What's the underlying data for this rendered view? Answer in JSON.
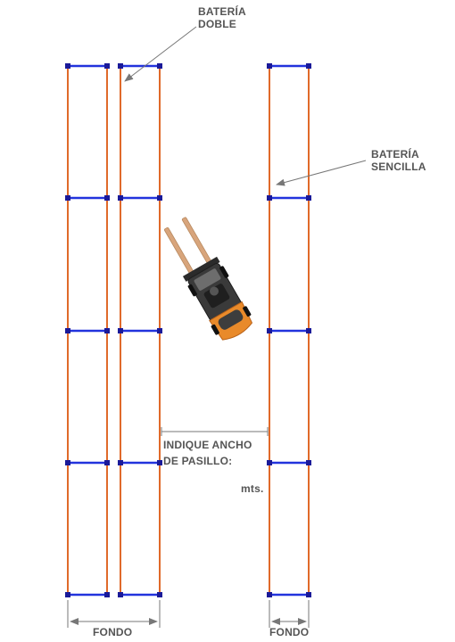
{
  "labels": {
    "bateria_doble": [
      "BATERÍA",
      "DOBLE"
    ],
    "bateria_sencilla": [
      "BATERÍA",
      "SENCILLA"
    ],
    "aisle": [
      "INDIQUE ANCHO",
      "DE PASILLO:"
    ],
    "unit": "mts.",
    "fondo_left": "FONDO",
    "fondo_right": "FONDO"
  },
  "colors": {
    "upright": "#e06a2a",
    "beam": "#2233dd",
    "node": "#1a1a99",
    "dimension": "#777777",
    "label": "#555555",
    "forklift_body": "#e98a2a",
    "forklift_dark": "#2b2b2b"
  },
  "icons": {
    "forklift": "forklift-top-view-icon"
  }
}
